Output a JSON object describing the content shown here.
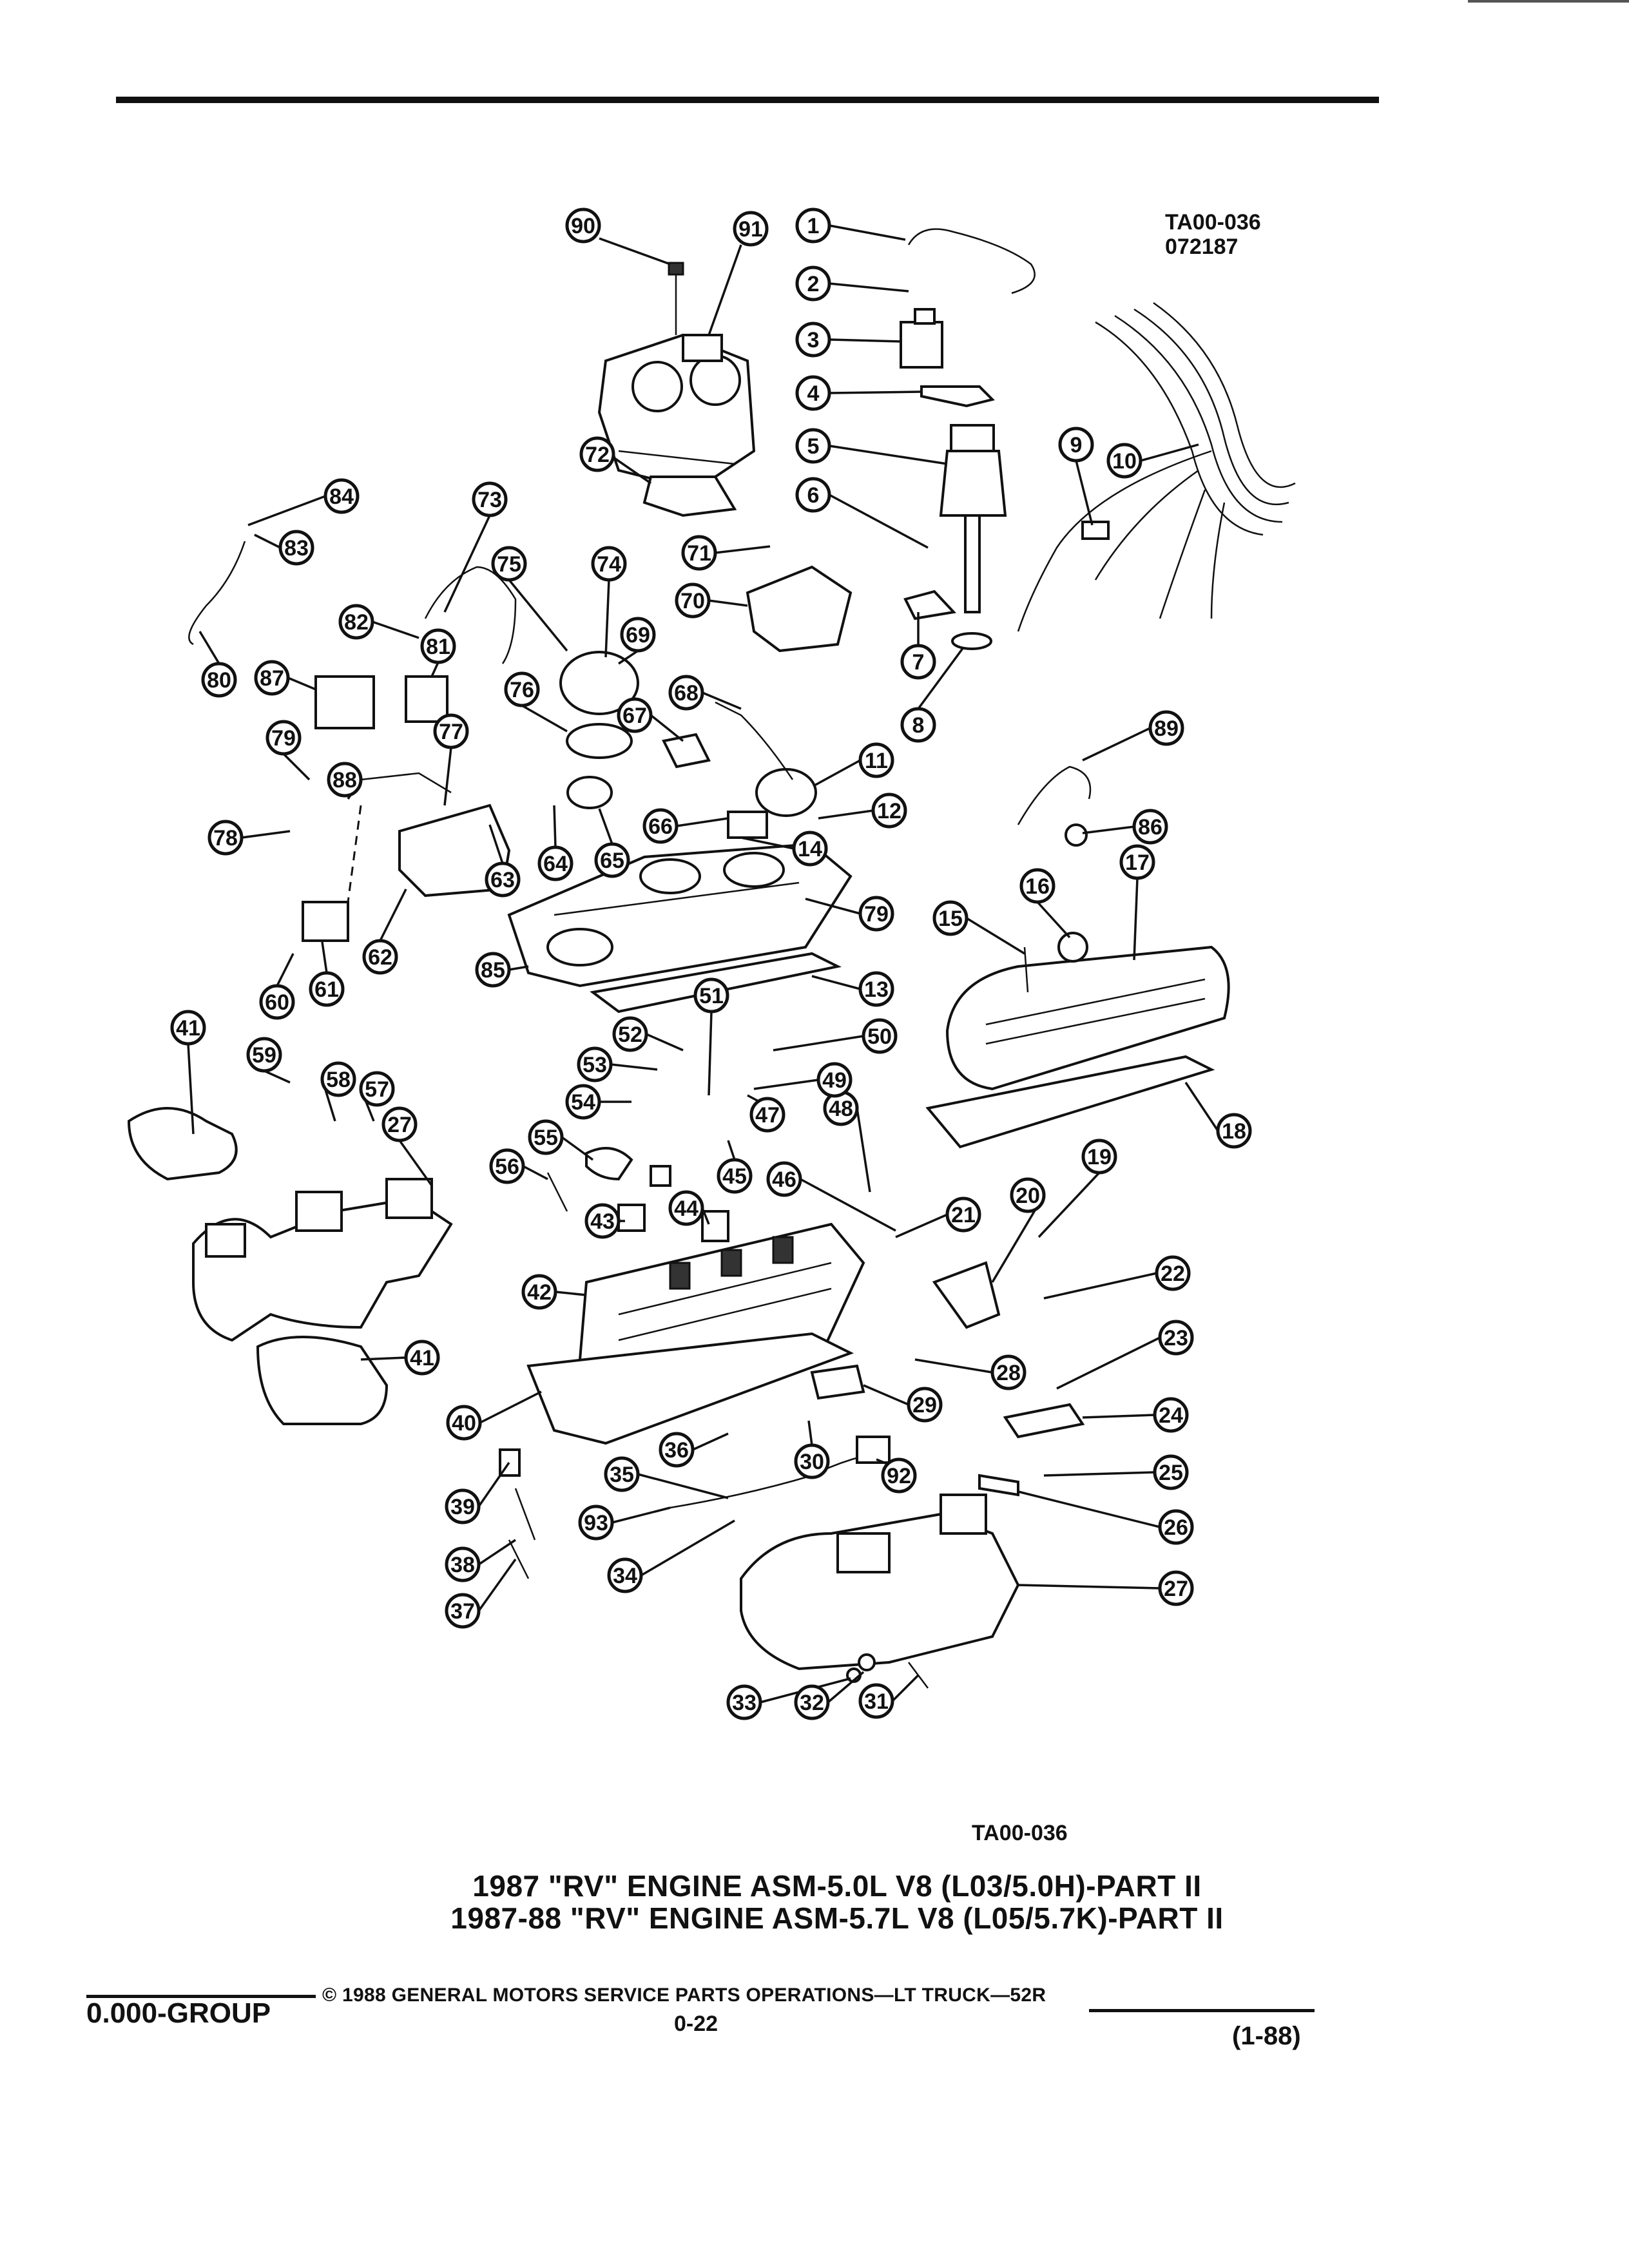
{
  "header": {
    "drawing_id_top": "TA00-036",
    "drawing_date": "072187",
    "drawing_id_bottom": "TA00-036"
  },
  "caption": {
    "line1": "1987 \"RV\" ENGINE ASM-5.0L V8 (L03/5.0H)-PART II",
    "line2": "1987-88 \"RV\" ENGINE ASM-5.7L V8 (L05/5.7K)-PART II"
  },
  "footer": {
    "group": "0.000-GROUP",
    "copyright": "© 1988 GENERAL MOTORS SERVICE PARTS OPERATIONS—LT TRUCK—52R",
    "page": "0-22",
    "revision": "(1-88)"
  },
  "callouts": [
    "1",
    "2",
    "3",
    "4",
    "5",
    "6",
    "7",
    "8",
    "9",
    "10",
    "11",
    "12",
    "13",
    "14",
    "15",
    "16",
    "17",
    "18",
    "19",
    "20",
    "21",
    "22",
    "23",
    "24",
    "25",
    "26",
    "27",
    "27",
    "28",
    "29",
    "30",
    "31",
    "32",
    "33",
    "34",
    "35",
    "36",
    "37",
    "38",
    "39",
    "40",
    "41",
    "41",
    "42",
    "43",
    "44",
    "45",
    "46",
    "47",
    "48",
    "49",
    "50",
    "51",
    "52",
    "53",
    "54",
    "55",
    "56",
    "57",
    "58",
    "59",
    "60",
    "61",
    "62",
    "63",
    "64",
    "65",
    "66",
    "67",
    "68",
    "69",
    "70",
    "71",
    "72",
    "73",
    "74",
    "75",
    "76",
    "77",
    "78",
    "79",
    "79",
    "80",
    "81",
    "82",
    "83",
    "84",
    "85",
    "86",
    "87",
    "88",
    "89",
    "90",
    "91",
    "92",
    "93"
  ]
}
